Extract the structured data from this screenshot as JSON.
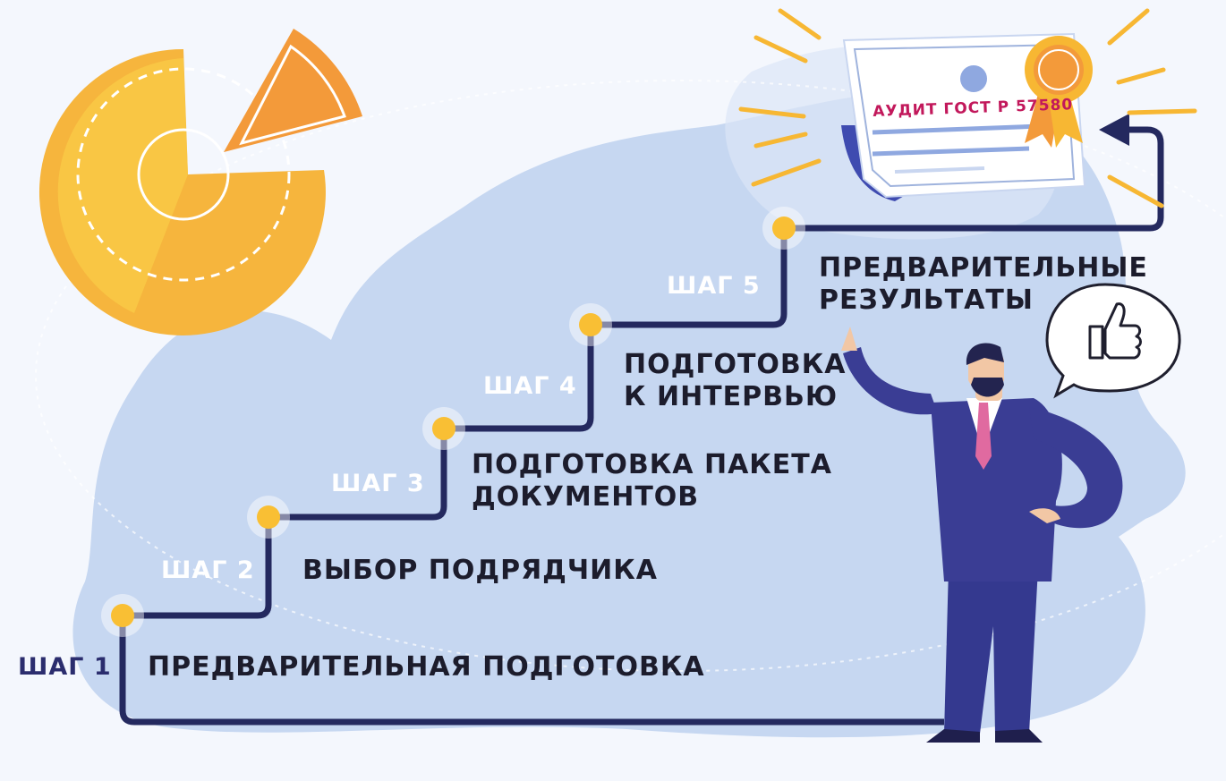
{
  "colors": {
    "background": "#f4f7fd",
    "blob": "#c6d7f1",
    "path": "#24295f",
    "node": "#f9bf34",
    "pie": "#f6a93b",
    "suit": "#3a3d94",
    "certificate_text": "#c2185b"
  },
  "steps": [
    {
      "label": "ШАГ 1",
      "text": "ПРЕДВАРИТЕЛЬНАЯ ПОДГОТОВКА"
    },
    {
      "label": "ШАГ 2",
      "text": "ВЫБОР ПОДРЯДЧИКА"
    },
    {
      "label": "ШАГ 3",
      "text": "ПОДГОТОВКА ПАКЕТА\nДОКУМЕНТОВ"
    },
    {
      "label": "ШАГ 4",
      "text": "ПОДГОТОВКА\nК ИНТЕРВЬЮ"
    },
    {
      "label": "ШАГ 5",
      "text": "ПРЕДВАРИТЕЛЬНЫЕ\nРЕЗУЛЬТАТЫ"
    }
  ],
  "certificate": {
    "title": "АУДИТ ГОСТ Р 57580"
  },
  "icons": [
    "pie-chart-icon",
    "certificate-icon",
    "award-rosette-icon",
    "thumbs-up-icon",
    "businessman-figure"
  ]
}
